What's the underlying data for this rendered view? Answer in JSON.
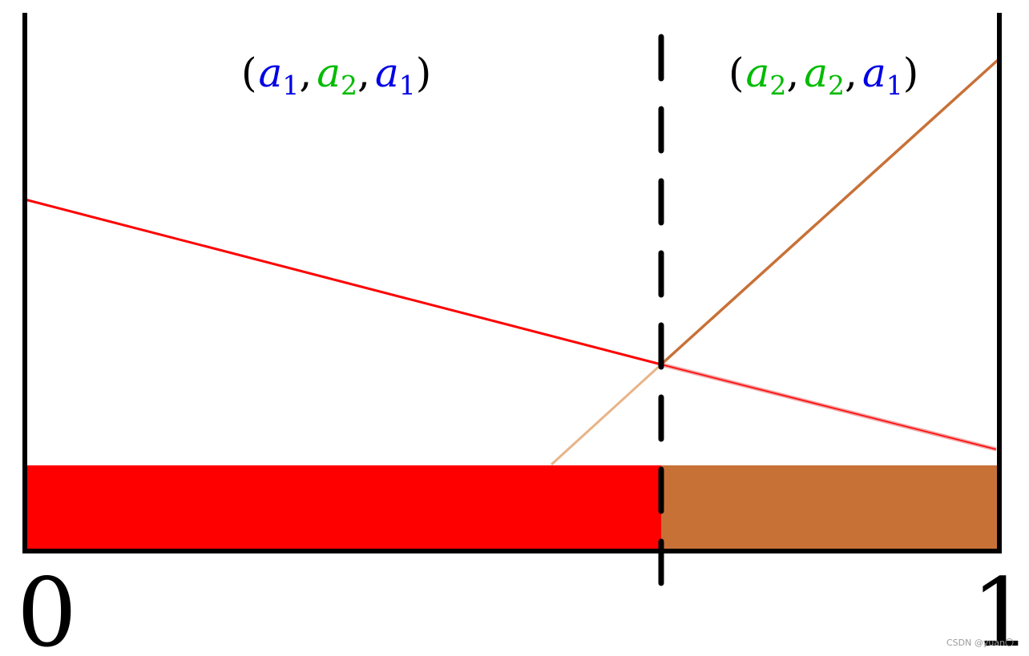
{
  "colors": {
    "frame": "#000000",
    "red_strategy": "#ff0000",
    "brown_strategy": "#c87137",
    "brown_faded": "#e8b488",
    "red_faded": "#f2a0a0",
    "var_a1": "#0000e6",
    "var_a2": "#00bb00",
    "background": "#ffffff"
  },
  "axis": {
    "left_label": "0",
    "right_label": "1"
  },
  "regions": [
    {
      "name": "left",
      "actions": [
        {
          "var": "a",
          "sub": "1",
          "color_key": "var_a1"
        },
        {
          "var": "a",
          "sub": "2",
          "color_key": "var_a2"
        },
        {
          "var": "a",
          "sub": "1",
          "color_key": "var_a1"
        }
      ]
    },
    {
      "name": "right",
      "actions": [
        {
          "var": "a",
          "sub": "2",
          "color_key": "var_a2"
        },
        {
          "var": "a",
          "sub": "2",
          "color_key": "var_a2"
        },
        {
          "var": "a",
          "sub": "1",
          "color_key": "var_a1"
        }
      ]
    }
  ],
  "watermark": "CSDN @yuan〇"
}
